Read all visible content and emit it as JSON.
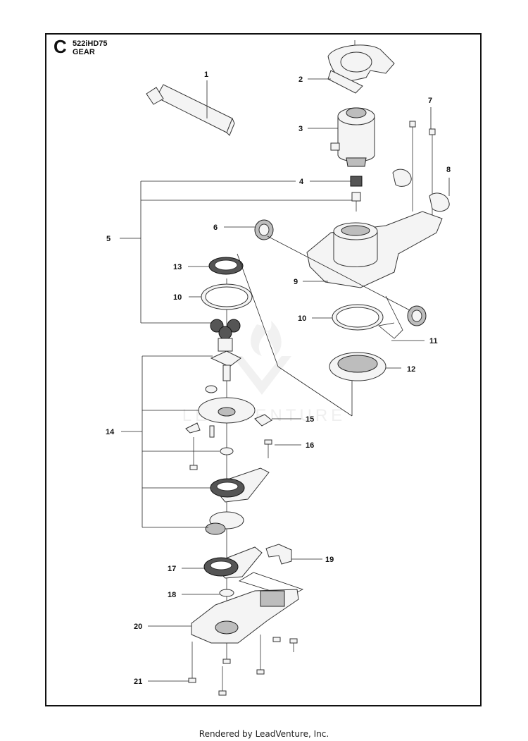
{
  "header": {
    "section_letter": "C",
    "model": "522iHD75",
    "section": "GEAR"
  },
  "watermark": {
    "text": "LEADVENTURE",
    "color": "#e3e3e3"
  },
  "footer": {
    "text": "Rendered by LeadVenture, Inc."
  },
  "callouts": [
    "1",
    "2",
    "3",
    "4",
    "5",
    "6",
    "7",
    "8",
    "9",
    "10",
    "10",
    "11",
    "12",
    "13",
    "14",
    "15",
    "16",
    "17",
    "18",
    "19",
    "20",
    "21"
  ]
}
